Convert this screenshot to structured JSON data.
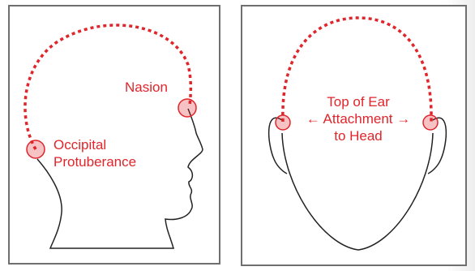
{
  "side_view": {
    "nasion_label": "Nasion",
    "occipital_label_line1": "Occipital",
    "occipital_label_line2": "Protuberance"
  },
  "front_view": {
    "ear_label_line1": "Top of Ear",
    "ear_label_line2": "Attachment",
    "ear_label_line3": "to Head",
    "left_arrow": "←",
    "right_arrow": "→"
  },
  "colors": {
    "accent": "#e0252b",
    "outline": "#222222",
    "border": "#6f6f6f"
  }
}
